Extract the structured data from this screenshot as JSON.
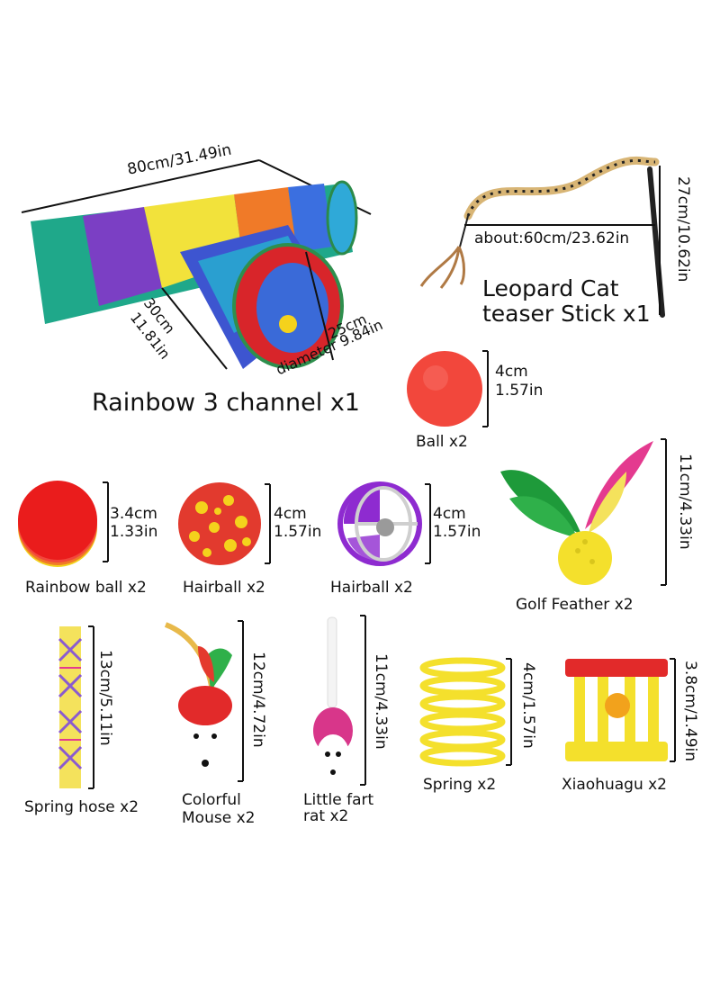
{
  "items": {
    "tunnel": {
      "name": "Rainbow 3 channel x1",
      "length": "80cm/31.49in",
      "width_cm": "30cm",
      "width_in": "11.81in",
      "diameter_cm": "25cm",
      "diameter_in": "diameter 9.84in"
    },
    "teaser": {
      "name_line1": "Leopard Cat",
      "name_line2": "teaser Stick x1",
      "length": "about:60cm/23.62in",
      "height": "27cm/10.62in"
    },
    "ball": {
      "name": "Ball x2",
      "size_cm": "4cm",
      "size_in": "1.57in"
    },
    "rainbow_ball": {
      "name": "Rainbow ball x2",
      "size_cm": "3.4cm",
      "size_in": "1.33in"
    },
    "hairball_pom": {
      "name": "Hairball x2",
      "size_cm": "4cm",
      "size_in": "1.57in"
    },
    "hairball_cage": {
      "name": "Hairball x2",
      "size_cm": "4cm",
      "size_in": "1.57in"
    },
    "golf_feather": {
      "name": "Golf Feather x2",
      "size": "11cm/4.33in"
    },
    "spring_hose": {
      "name": "Spring hose x2",
      "size": "13cm/5.11in"
    },
    "colorful_mouse": {
      "name_line1": "Colorful",
      "name_line2": "Mouse x2",
      "size": "12cm/4.72in"
    },
    "fart_rat": {
      "name_line1": "Little fart",
      "name_line2": "rat x2",
      "size": "11cm/4.33in"
    },
    "spring": {
      "name": "Spring x2",
      "size": "4cm/1.57in"
    },
    "xiaohuagu": {
      "name": "Xiaohuagu x2",
      "size": "3.8cm/1.49in"
    }
  }
}
